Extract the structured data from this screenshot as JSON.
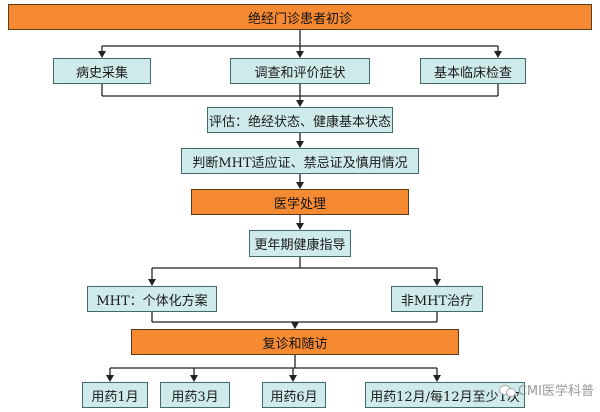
{
  "nodes": {
    "start": "绝经门诊患者初诊",
    "history": "病史采集",
    "survey": "调查和评价症状",
    "exam": "基本临床检查",
    "assess": "评估：绝经状态、健康基本状态",
    "judge": "判断MHT适应证、禁忌证及慎用情况",
    "medical": "医学处理",
    "guidance": "更年期健康指导",
    "mht": "MHT：个体化方案",
    "non_mht": "非MHT治疗",
    "followup": "复诊和随访",
    "m1": "用药1月",
    "m3": "用药3月",
    "m6": "用药6月",
    "m12": "用药12月/每12月至少1次"
  },
  "watermark": "CMI医学科普",
  "colors": {
    "primary_fill": "#f58a33",
    "secondary_fill": "#cfeaea",
    "arrow": "#222222"
  }
}
